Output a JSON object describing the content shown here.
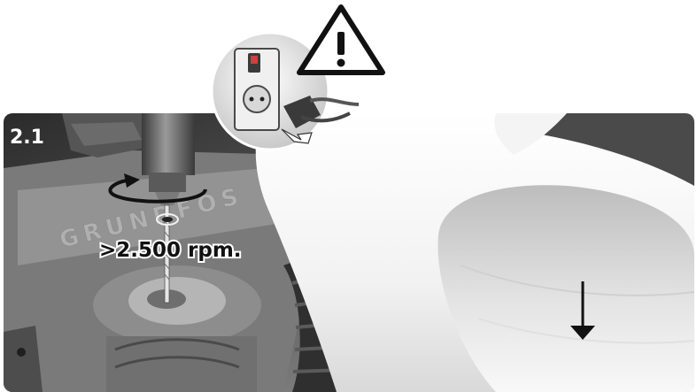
{
  "step": {
    "number": "2.1"
  },
  "callout": {
    "speed_text": ">2.500 rpm."
  },
  "embossed_brand": "GRUNDFOS",
  "icons": {
    "warning": "warning-triangle-icon",
    "unplug": "unplug-power-icon",
    "rotation": "rotation-arrow-icon",
    "direction": "down-arrow-icon"
  },
  "colors": {
    "panel_dark": "#3a3a3a",
    "panel_mid": "#8c8c8c",
    "surface_light": "#ececec",
    "ink": "#111111",
    "warning_fill": "#ffffff"
  }
}
